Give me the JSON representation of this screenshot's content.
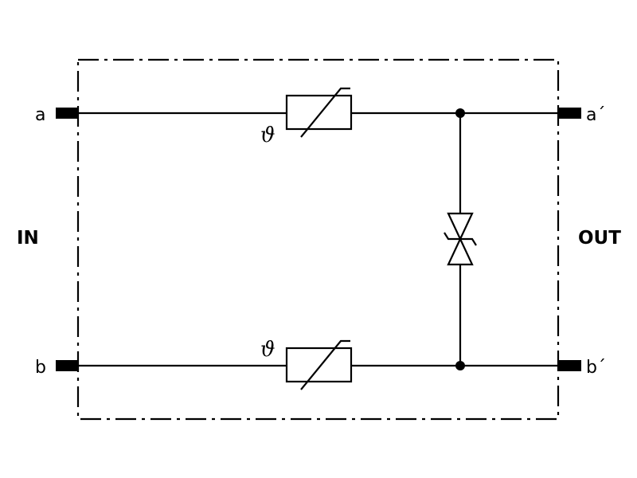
{
  "labels": {
    "in": "IN",
    "out": "OUT",
    "terminal_a": "a",
    "terminal_b": "b",
    "terminal_a_out": "a´",
    "terminal_b_out": "b´",
    "thermistor_top_symbol": "ϑ",
    "thermistor_bottom_symbol": "ϑ"
  },
  "components": {
    "enclosure": "dash-dot-boundary",
    "thermistor_top": "thermistor-symbol",
    "thermistor_bottom": "thermistor-symbol",
    "suppressor": "bidirectional-tvs-diode-symbol"
  },
  "colors": {
    "line": "#000000",
    "background": "#ffffff"
  }
}
